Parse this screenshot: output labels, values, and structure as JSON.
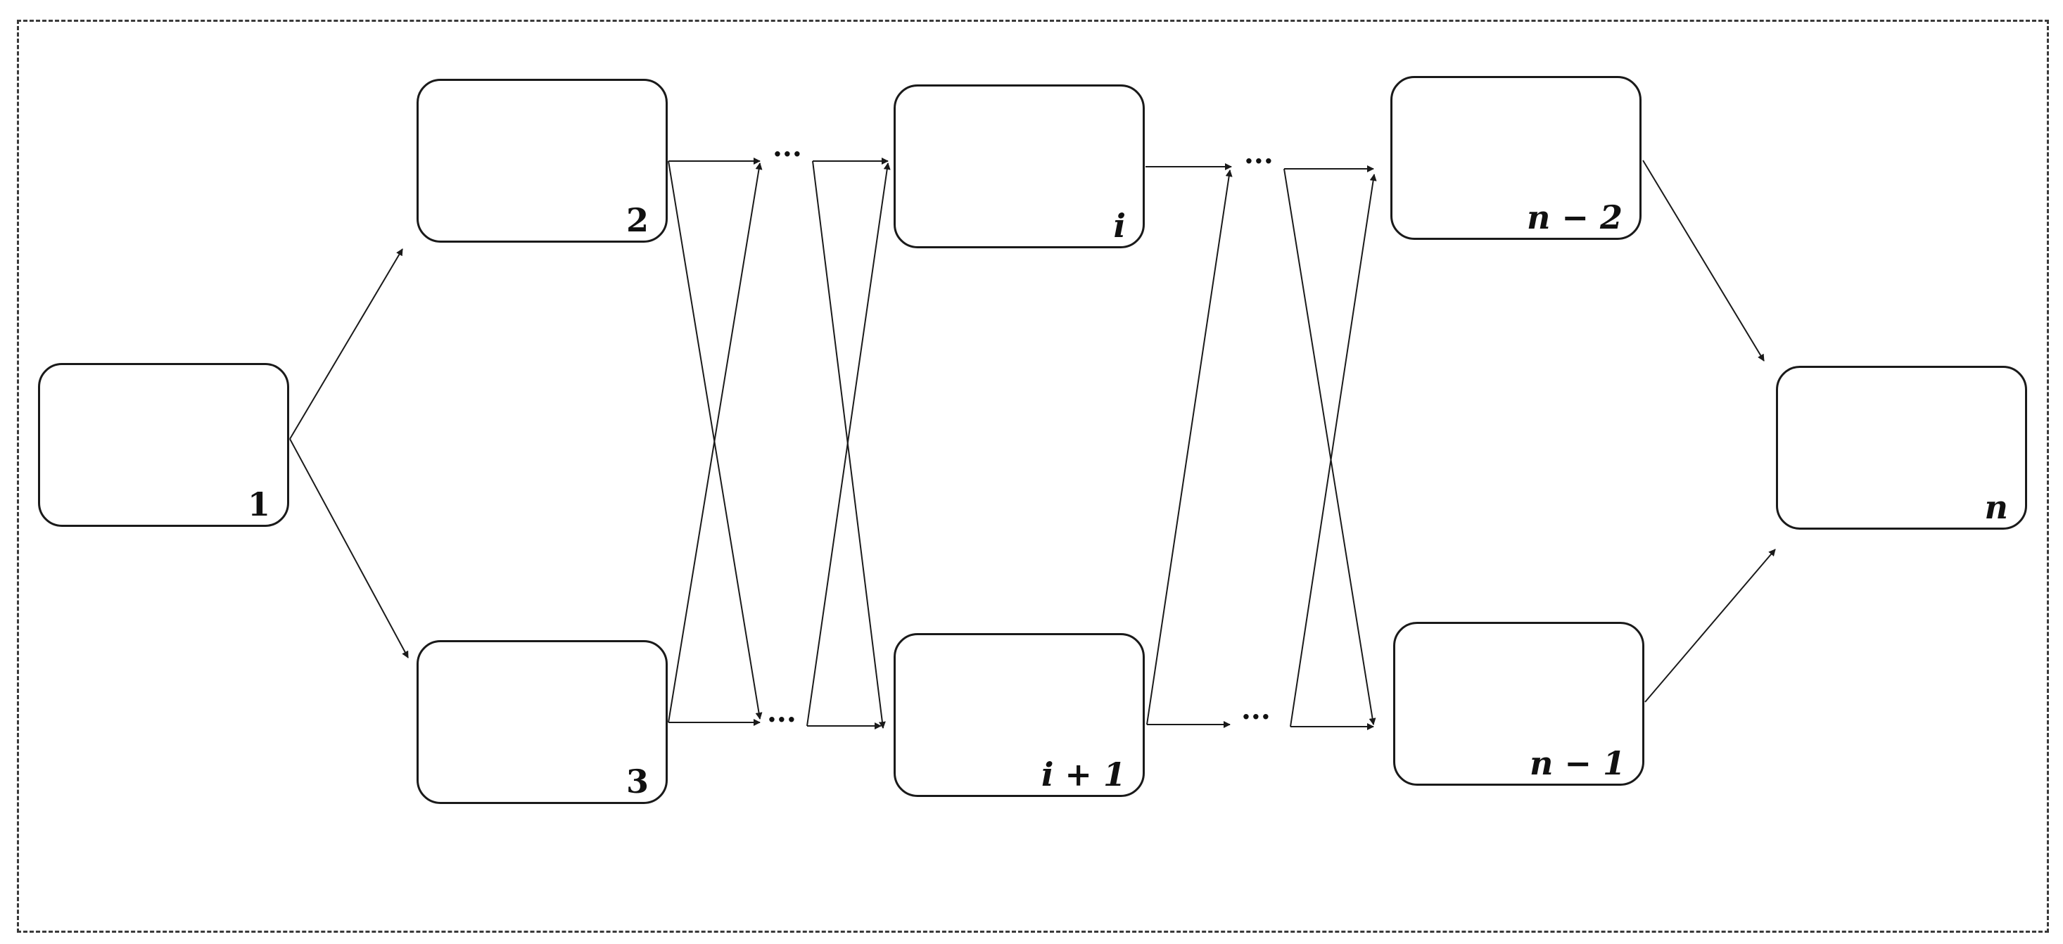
{
  "nodes": [
    {
      "id": "n1",
      "label": "1"
    },
    {
      "id": "n2",
      "label": "2"
    },
    {
      "id": "n3",
      "label": "3"
    },
    {
      "id": "ni",
      "label": "i"
    },
    {
      "id": "ni1",
      "label": "i + 1"
    },
    {
      "id": "nn2",
      "label": "n − 2"
    },
    {
      "id": "nn1",
      "label": "n − 1"
    },
    {
      "id": "nn",
      "label": "n"
    }
  ],
  "ellipsis": "···",
  "colors": {
    "stroke": "#1a1a1a",
    "frame": "#3a3a3a"
  }
}
